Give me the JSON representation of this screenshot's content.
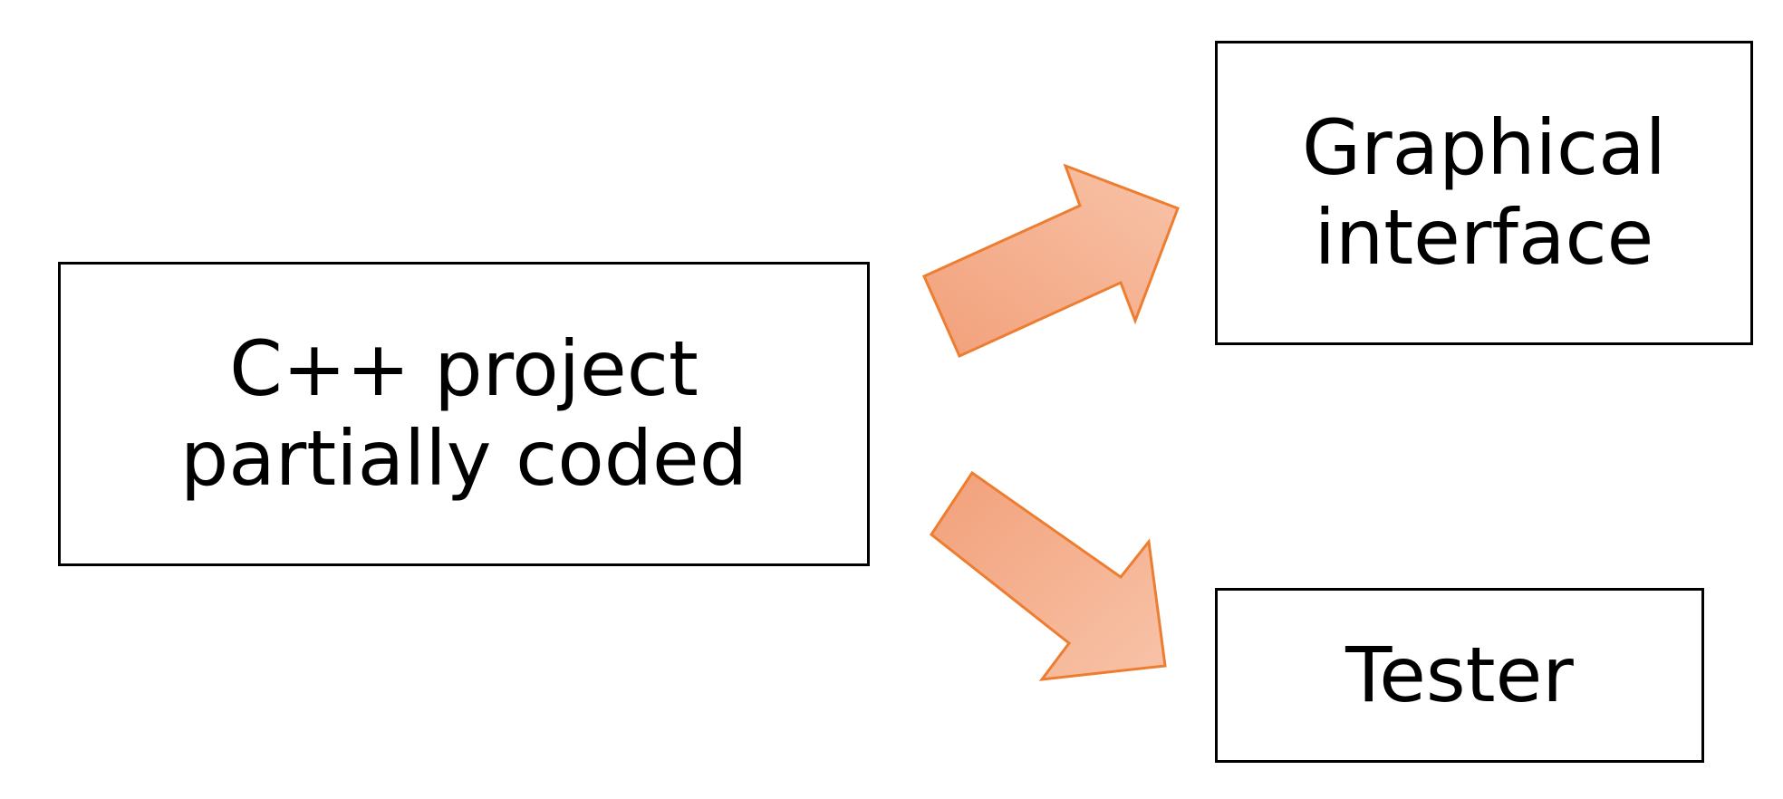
{
  "diagram": {
    "source_box": {
      "line1": "C++ project",
      "line2": "partially coded"
    },
    "gui_box": {
      "line1": "Graphical",
      "line2": "interface"
    },
    "tester_box": {
      "line1": "Tester"
    }
  },
  "colors": {
    "arrow_fill": "#f5b08f",
    "arrow_stroke": "#ed7d31",
    "box_border": "#000000",
    "text": "#000000"
  }
}
